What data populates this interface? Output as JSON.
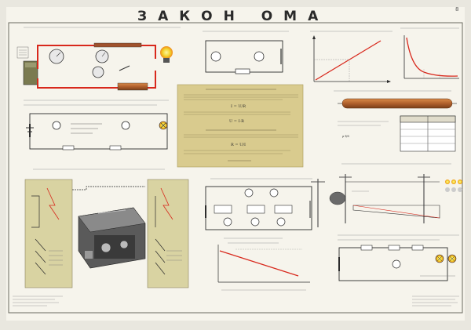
{
  "poster": {
    "title": "ЗАКОН ОМА",
    "page_number": "8",
    "colors": {
      "paper": "#f6f4ec",
      "border": "#6a6a60",
      "wire_red": "#d8281c",
      "wire_dark": "#2c2c2c",
      "tan_panel": "#d9cb8e",
      "khaki_panel": "#d9d3a2",
      "copper": "#b0602c",
      "lamp_yellow": "#f2d22b",
      "lamp_orange": "#f08a1a"
    },
    "formula_panel": {
      "symbols": [
        "I = U/R",
        "U = I·R",
        "R = U/I"
      ]
    },
    "diagrams": [
      {
        "id": "circuit-photo",
        "icon": "circuit-with-meters"
      },
      {
        "id": "simple-circuit",
        "icon": "circuit-schematic"
      },
      {
        "id": "graph-linear",
        "icon": "line-graph"
      },
      {
        "id": "graph-hyperbola",
        "icon": "decay-curve"
      },
      {
        "id": "series-circuit",
        "icon": "circuit-schematic"
      },
      {
        "id": "resistance-table",
        "icon": "table"
      },
      {
        "id": "conductor-rod",
        "icon": "copper-conductor"
      },
      {
        "id": "relay-boxes",
        "icon": "relay-equipment"
      },
      {
        "id": "voltage-drop-line",
        "icon": "power-line"
      },
      {
        "id": "parallel-measure",
        "icon": "circuit-schematic"
      },
      {
        "id": "voltage-graph",
        "icon": "decay-line"
      },
      {
        "id": "bottom-right-circuit",
        "icon": "circuit-schematic"
      }
    ]
  }
}
